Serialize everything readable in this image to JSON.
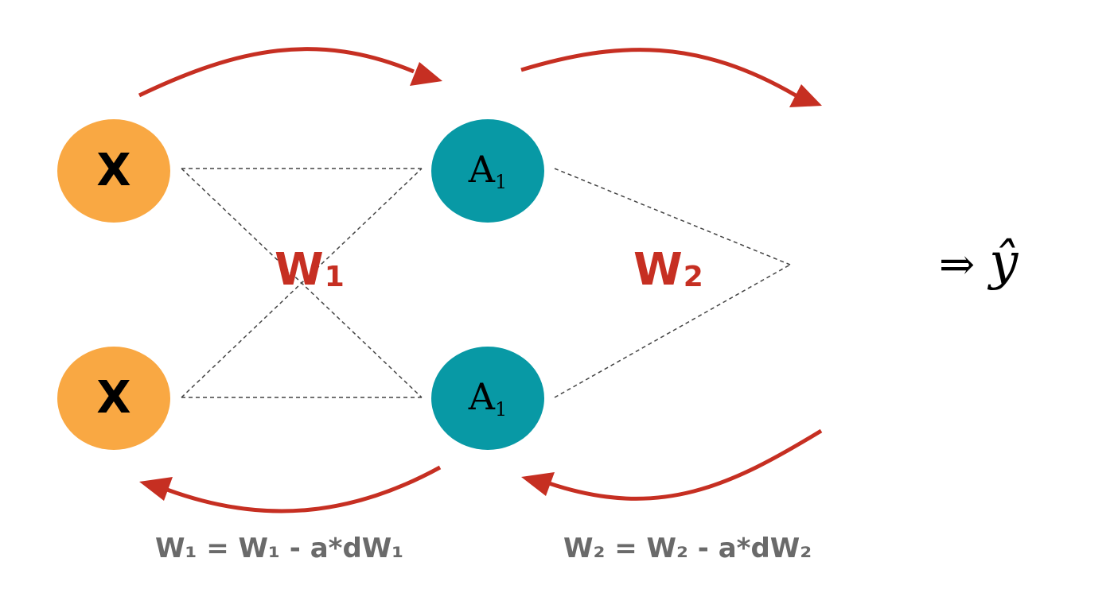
{
  "diagram": {
    "colors": {
      "input_node": "#f9a843",
      "hidden_node": "#0899a5",
      "arrow": "#c62f22",
      "weight_label": "#c62f22",
      "update_text": "#6a6a6a",
      "connection": "#444444"
    },
    "nodes": {
      "input_top": "X",
      "input_bottom": "X",
      "hidden_top": {
        "base": "A",
        "sub": "1"
      },
      "hidden_bottom": {
        "base": "A",
        "sub": "1"
      }
    },
    "weights": {
      "w1": {
        "base": "W",
        "sub": "1"
      },
      "w2": {
        "base": "W",
        "sub": "2"
      }
    },
    "updates": {
      "w1": "W₁ = W₁ - a*dW₁",
      "w2": "W₂ = W₂ - a*dW₂"
    },
    "output": {
      "arrow": "⇒",
      "label": "ŷ"
    }
  }
}
